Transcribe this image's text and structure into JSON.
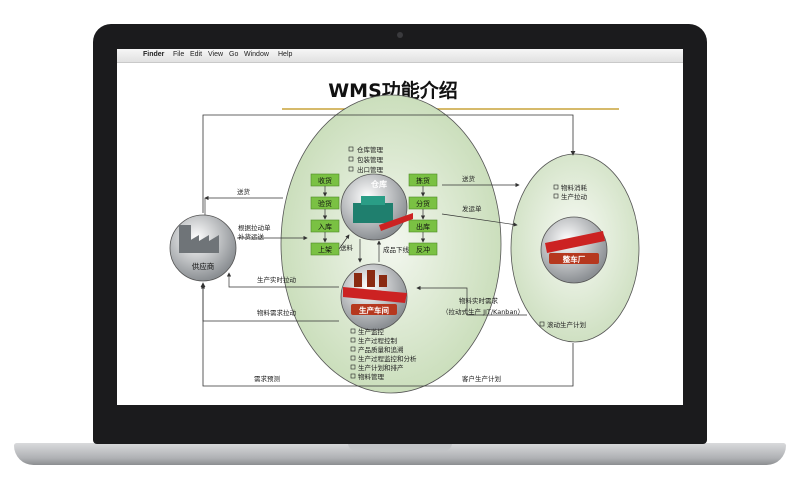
{
  "menubar": {
    "apple": "",
    "items": [
      "Finder",
      "File",
      "Edit",
      "View",
      "Go",
      "Window",
      "Help"
    ]
  },
  "slide": {
    "title": "WMS功能介绍",
    "warehouse_list": [
      "仓库管理",
      "包装管理",
      "出口管理"
    ],
    "left_steps": [
      "收货",
      "验货",
      "入库",
      "上架"
    ],
    "right_steps": [
      "拣货",
      "分货",
      "出库",
      "反冲"
    ],
    "warehouse_label": "仓库",
    "workshop_label": "生产车间",
    "supplier_label": "供应商",
    "factory_label": "整车厂",
    "arrows": {
      "delivery_left": "送货",
      "pull_order_line1": "根据拉动单",
      "pull_order_line2": "补货运送",
      "prod_pull": "生产实时拉动",
      "material_pull": "物料需求拉动",
      "demand_forecast": "需求预测",
      "delivery_right": "送货",
      "shipping_order": "发运单",
      "material_feed": "送料",
      "product_offline": "成品下线",
      "realtime_demand_line1": "物料实时需求",
      "realtime_demand_line2": "（拉动式生产 JIT/Kanban）",
      "customer_plan": "客户生产计划"
    },
    "factory_list": [
      "物料消耗",
      "生产拉动"
    ],
    "rolling_plan": "滚动生产计划",
    "workshop_list": [
      "生产监控",
      "生产过程控制",
      "产品质量和追溯",
      "生产过程监控和分析",
      "生产计划和排产",
      "物料管理"
    ]
  },
  "colors": {
    "step_box": "#7ac143",
    "ellipse_fill": "#dbe9d1",
    "title": "#111111",
    "gold_line": "#c9a33a"
  }
}
